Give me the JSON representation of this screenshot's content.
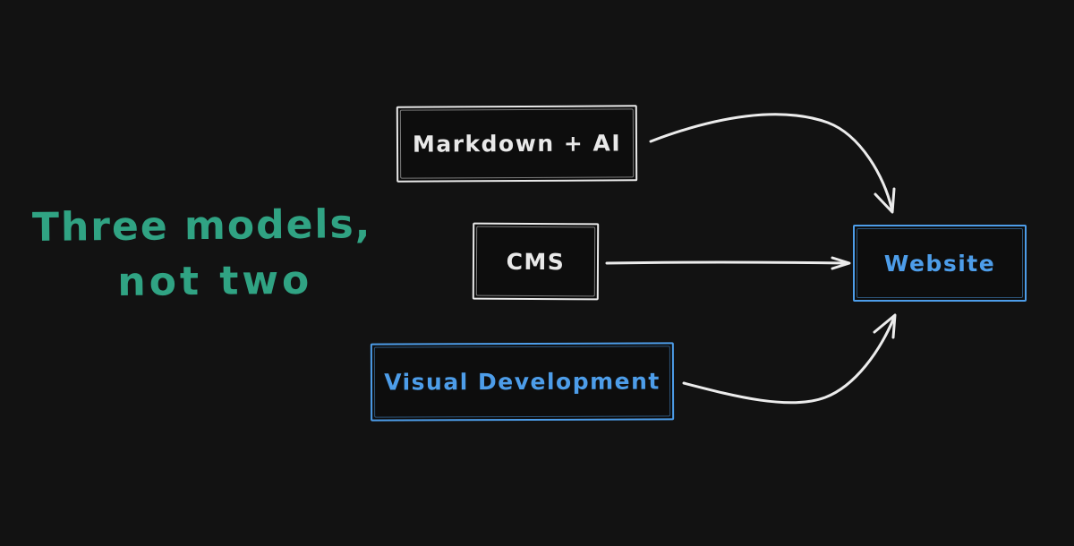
{
  "diagram": {
    "background_color": "#121212",
    "edge_color": "#ececec"
  },
  "title": {
    "line1": "Three models,",
    "line2": "not two",
    "color": "#30a383"
  },
  "nodes": {
    "markdown_ai": {
      "label": "Markdown + AI",
      "color": "#e9e9e9"
    },
    "cms": {
      "label": "CMS",
      "color": "#e9e9e9"
    },
    "visual_development": {
      "label": "Visual Development",
      "color": "#4d9de9"
    },
    "website": {
      "label": "Website",
      "color": "#4d9de9"
    }
  },
  "edges": [
    {
      "from": "Markdown + AI",
      "to": "Website",
      "style": "curved-down"
    },
    {
      "from": "CMS",
      "to": "Website",
      "style": "straight"
    },
    {
      "from": "Visual Development",
      "to": "Website",
      "style": "curved-up"
    }
  ]
}
